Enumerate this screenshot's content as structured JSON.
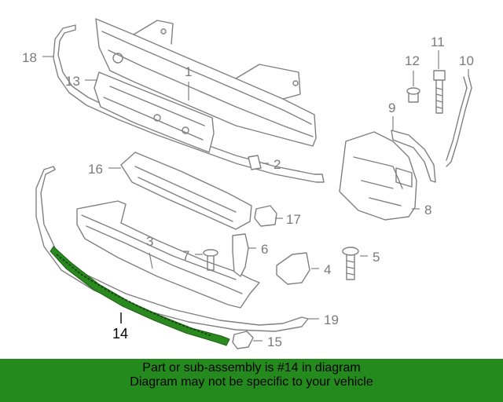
{
  "diagram": {
    "highlight_color": "#2a8a1f",
    "callouts": {
      "c1": "1",
      "c2": "2",
      "c3": "3",
      "c4": "4",
      "c5": "5",
      "c6": "6",
      "c7": "7",
      "c8": "8",
      "c9": "9",
      "c10": "10",
      "c11": "11",
      "c12": "12",
      "c13": "13",
      "c14": "14",
      "c15": "15",
      "c16": "16",
      "c17": "17",
      "c18": "18",
      "c19": "19"
    }
  },
  "banner": {
    "color": "#258a1d",
    "line1": "Part or sub-assembly is #14 in diagram",
    "line2": "Diagram may not be specific to your vehicle"
  }
}
